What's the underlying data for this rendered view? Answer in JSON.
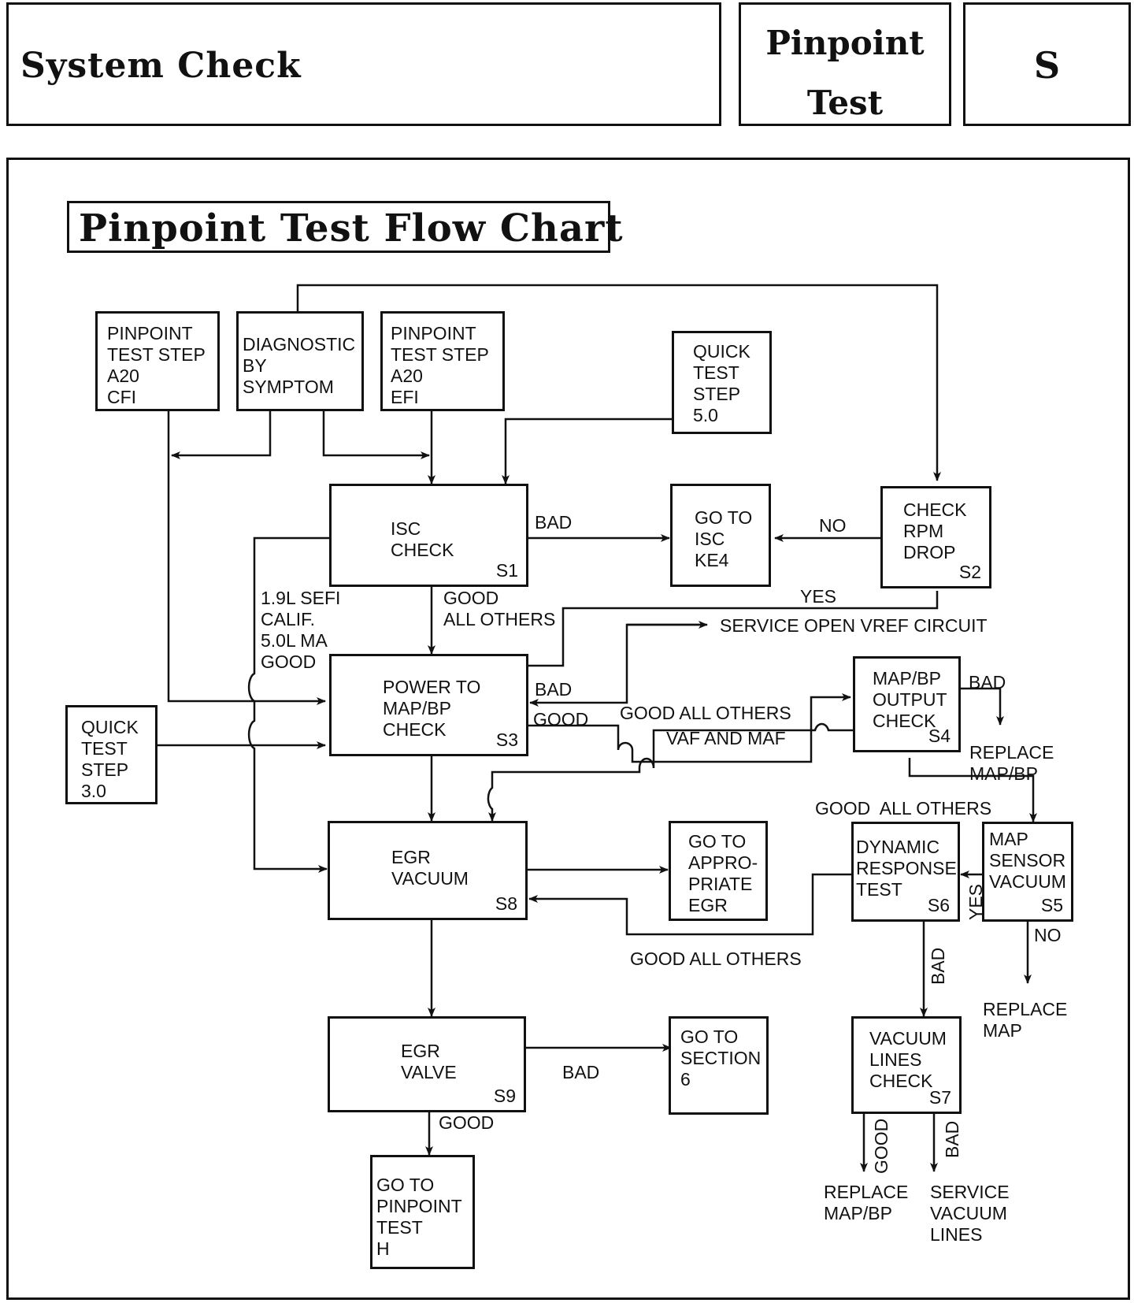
{
  "header": {
    "title": "System Check",
    "section_lines": [
      "Pinpoint",
      "Test"
    ],
    "section_letter": "S"
  },
  "chart_title": "Pinpoint Test Flow Chart",
  "boxes": {
    "pp_a20_cfi": {
      "lines": "PINPOINT\nTEST STEP\nA20\nCFI",
      "step": ""
    },
    "diag_symptom": {
      "lines": "DIAGNOSTIC\nBY\nSYMPTOM",
      "step": ""
    },
    "pp_a20_efi": {
      "lines": "PINPOINT\nTEST STEP\nA20\nEFI",
      "step": ""
    },
    "qt_50": {
      "lines": "QUICK\nTEST\nSTEP\n5.0",
      "step": ""
    },
    "s1": {
      "lines": "ISC\nCHECK",
      "step": "S1"
    },
    "ke4": {
      "lines": "GO TO\nISC\nKE4",
      "step": ""
    },
    "s2": {
      "lines": "CHECK\nRPM\nDROP",
      "step": "S2"
    },
    "s3": {
      "lines": "POWER TO\nMAP/BP\nCHECK",
      "step": "S3"
    },
    "qt_30": {
      "lines": "QUICK\nTEST\nSTEP\n3.0",
      "step": ""
    },
    "s4": {
      "lines": "MAP/BP\nOUTPUT\nCHECK",
      "step": "S4"
    },
    "s8": {
      "lines": "EGR\nVACUUM",
      "step": "S8"
    },
    "egr_goto": {
      "lines": "GO TO\nAPPRO-\nPRIATE\nEGR",
      "step": ""
    },
    "s6": {
      "lines": "DYNAMIC\nRESPONSE\nTEST",
      "step": "S6"
    },
    "s5": {
      "lines": "MAP\nSENSOR\nVACUUM",
      "step": "S5"
    },
    "s9": {
      "lines": "EGR\nVALVE",
      "step": "S9"
    },
    "sec6": {
      "lines": "GO TO\nSECTION\n6",
      "step": ""
    },
    "s7": {
      "lines": "VACUUM\nLINES\nCHECK",
      "step": "S7"
    },
    "pt_h": {
      "lines": "GO TO\nPINPOINT\nTEST\nH",
      "step": ""
    }
  },
  "labels": {
    "s1_bad": "BAD",
    "s2_no": "NO",
    "s2_yes": "YES",
    "s1_variant_good": "1.9L SEFI\nCALIF.\n5.0L MA\nGOOD",
    "s1_good_all": "GOOD\nALL OTHERS",
    "service_vref": "SERVICE OPEN VREF CIRCUIT",
    "s3_bad": "BAD",
    "s3_good": "GOOD",
    "good_all_others_s3": "GOOD ALL OTHERS",
    "vaf_maf": "VAF AND MAF",
    "s4_bad": "BAD",
    "replace_mapbp_1": "REPLACE\nMAP/BP",
    "s4_good_all": "GOOD  ALL OTHERS",
    "s5_yes": "YES",
    "s5_no": "NO",
    "replace_map": "REPLACE\nMAP",
    "s6_good_all": "GOOD ALL OTHERS",
    "s6_bad": "BAD",
    "s9_bad": "BAD",
    "s9_good": "GOOD",
    "s7_good": "GOOD",
    "s7_bad": "BAD",
    "replace_mapbp_2": "REPLACE\nMAP/BP",
    "service_vac_lines": "SERVICE\nVACUUM\nLINES"
  },
  "colors": {
    "ink": "#111111",
    "paper": "#ffffff"
  }
}
